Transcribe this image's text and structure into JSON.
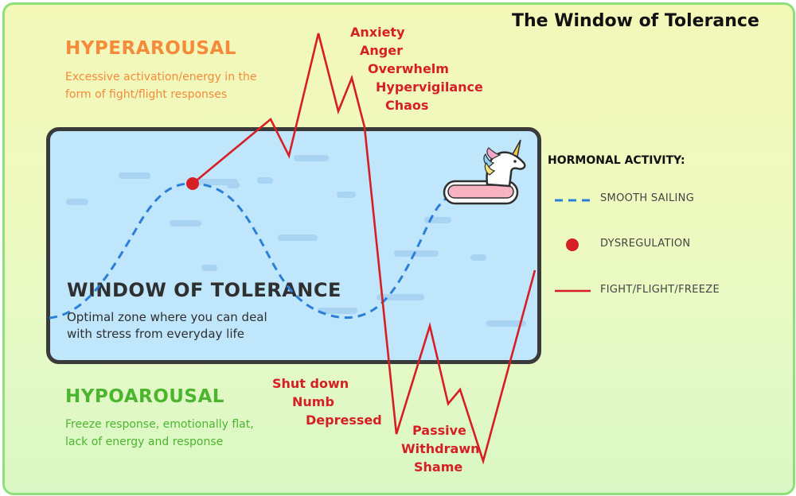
{
  "title": "The Window of Tolerance",
  "hyperarousal": {
    "heading": "HYPERAROUSAL",
    "desc_line1": "Excessive activation/energy in the",
    "desc_line2": "form of fight/flight responses",
    "color": "#f58a3a"
  },
  "window": {
    "heading": "WINDOW OF TOLERANCE",
    "desc_line1": "Optimal zone where you can deal",
    "desc_line2": "with stress from everyday life",
    "color": "#bfe6fb"
  },
  "hypoarousal": {
    "heading": "HYPOAROUSAL",
    "desc_line1": "Freeze response, emotionally flat,",
    "desc_line2": "lack of energy and response",
    "color": "#4cb52e"
  },
  "hyper_states": [
    "Anxiety",
    "Anger",
    "Overwhelm",
    "Hypervigilance",
    "Chaos"
  ],
  "hypo_states_left": [
    "Shut down",
    "Numb",
    "Depressed"
  ],
  "hypo_states_right": [
    "Passive",
    "Withdrawn",
    "Shame"
  ],
  "legend": {
    "heading": "HORMONAL ACTIVITY:",
    "smooth": "SMOOTH SAILING",
    "dysregulation": "DYSREGULATION",
    "fff": "FIGHT/FLIGHT/FREEZE"
  },
  "colors": {
    "smooth_line": "#2b7fd6",
    "red_line": "#d61f24",
    "border": "#8fe07a"
  },
  "icons": {
    "mascot": "unicorn-float-icon"
  }
}
